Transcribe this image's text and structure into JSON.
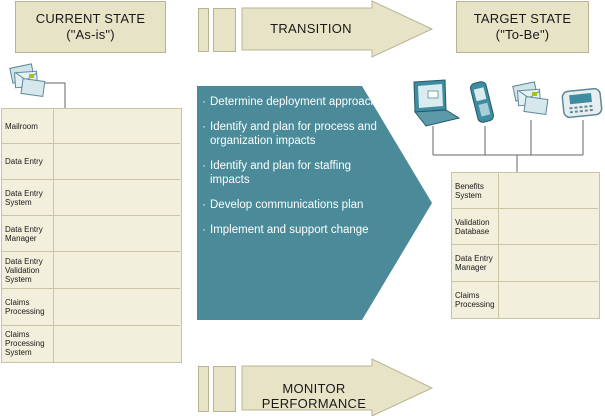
{
  "current_state": {
    "title": "CURRENT STATE",
    "subtitle": "(\"As-is\")"
  },
  "target_state": {
    "title": "TARGET STATE",
    "subtitle": "(\"To-Be\")"
  },
  "transition": {
    "label": "TRANSITION"
  },
  "monitor": {
    "label": "MONITOR PERFORMANCE"
  },
  "bullets": [
    "Determine deployment approach",
    "Identify and plan for process and organization impacts",
    "Identify and plan for staffing impacts",
    "Develop communications plan",
    "Implement and support change"
  ],
  "current_lanes": [
    "Mailroom",
    "Data Entry",
    "Data Entry System",
    "Data Entry Manager",
    "Data Entry Validation System",
    "Claims Processing",
    "Claims Processing System"
  ],
  "target_lanes": [
    "Benefits System",
    "Validation Database",
    "Data Entry Manager",
    "Claims Processing"
  ],
  "icons": {
    "current": [
      "envelopes-icon"
    ],
    "target": [
      "laptop-icon",
      "mobile-phone-icon",
      "envelopes-icon",
      "handheld-device-icon"
    ]
  },
  "colors": {
    "header_fill": "#e6e3c6",
    "lane_fill": "#f2efdc",
    "transition_fill": "#4a8a99",
    "green_box": "#a9c21b",
    "teal_box": "#3f8ca0"
  }
}
